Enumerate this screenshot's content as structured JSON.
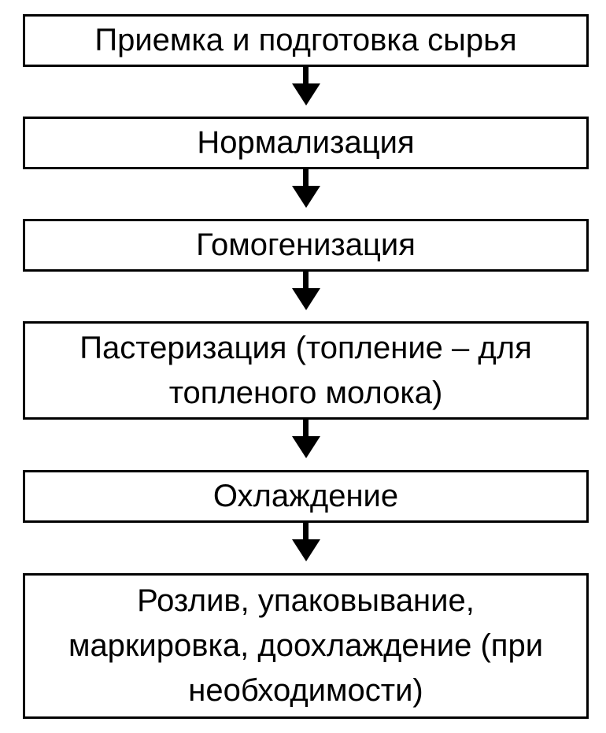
{
  "flowchart": {
    "title_semantic": "milk-production-process-flowchart",
    "colors": {
      "background": "#ffffff",
      "box_fill": "#ffffff",
      "box_border": "#000000",
      "text": "#000000",
      "arrow": "#000000"
    },
    "steps": [
      {
        "label": "Приемка и подготовка сырья"
      },
      {
        "label": "Нормализация"
      },
      {
        "label": "Гомогенизация"
      },
      {
        "label": "Пастеризация (топление – для топленого молока)"
      },
      {
        "label": "Охлаждение"
      },
      {
        "label": "Розлив, упаковывание, маркировка, доохлаждение (при необходимости)"
      }
    ]
  }
}
